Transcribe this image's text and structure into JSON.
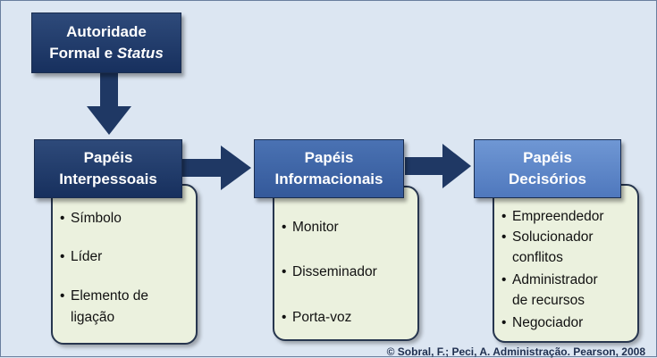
{
  "authority": {
    "line1": "Autoridade",
    "line2_prefix": "Formal e ",
    "line2_italic": "Status"
  },
  "roles": [
    {
      "title1": "Papéis",
      "title2": "Interpessoais",
      "items": [
        "Símbolo",
        "Líder",
        "Elemento de",
        "ligação"
      ]
    },
    {
      "title1": "Papéis",
      "title2": "Informacionais",
      "items": [
        "Monitor",
        "Disseminador",
        "Porta-voz"
      ]
    },
    {
      "title1": "Papéis",
      "title2": "Decisórios",
      "items": [
        "Empreendedor",
        "Solucionador",
        "conflitos",
        "Administrador",
        "de recursos",
        "Negociador"
      ]
    }
  ],
  "bullet": "•",
  "footer": "© Sobral, F.; Peci, A. Administração. Pearson, 2008",
  "colors": {
    "dark": "#1f3864",
    "mid": "#3d65a8",
    "light": "#5f89cb",
    "list_bg": "#ebf1de",
    "arrow": "#1f3864"
  }
}
